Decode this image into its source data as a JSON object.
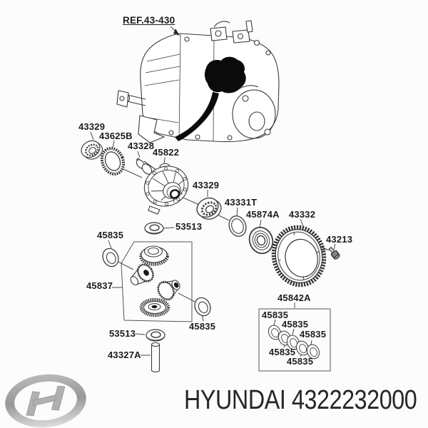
{
  "diagram": {
    "ref_label": "REF.43-430",
    "labels": [
      {
        "name": "bearing-left",
        "text": "43329"
      },
      {
        "name": "speedo-ring-gear",
        "text": "43625B"
      },
      {
        "name": "lock-pin",
        "text": "43328"
      },
      {
        "name": "differential-case",
        "text": "45822"
      },
      {
        "name": "bearing-middle",
        "text": "43329"
      },
      {
        "name": "spacer-ring",
        "text": "43331T"
      },
      {
        "name": "thrust-washer-upper",
        "text": "53513"
      },
      {
        "name": "cone-spacer",
        "text": "45874A"
      },
      {
        "name": "final-ring-gear",
        "text": "43332"
      },
      {
        "name": "bolt",
        "text": "43213"
      },
      {
        "name": "washer-top-left",
        "text": "45835"
      },
      {
        "name": "gear-set",
        "text": "45837"
      },
      {
        "name": "washer-bottom-right",
        "text": "45835"
      },
      {
        "name": "thrust-washer-lower",
        "text": "53513"
      },
      {
        "name": "pinion-shaft",
        "text": "43327A"
      },
      {
        "name": "washer-kit",
        "text": "45842A"
      },
      {
        "name": "kit-washer-1",
        "text": "45835"
      },
      {
        "name": "kit-washer-2",
        "text": "45835"
      },
      {
        "name": "kit-washer-3",
        "text": "45835"
      },
      {
        "name": "kit-washer-4",
        "text": "45835"
      },
      {
        "name": "kit-washer-5",
        "text": "45835"
      }
    ]
  },
  "footer": {
    "brand": "HYUNDAI",
    "part_number": "4322232000"
  },
  "colors": {
    "ink": "#3b3b3b",
    "solid_black": "#0b0b0b",
    "logo_silver": "#b9b9b9",
    "text_dark": "#262626"
  }
}
